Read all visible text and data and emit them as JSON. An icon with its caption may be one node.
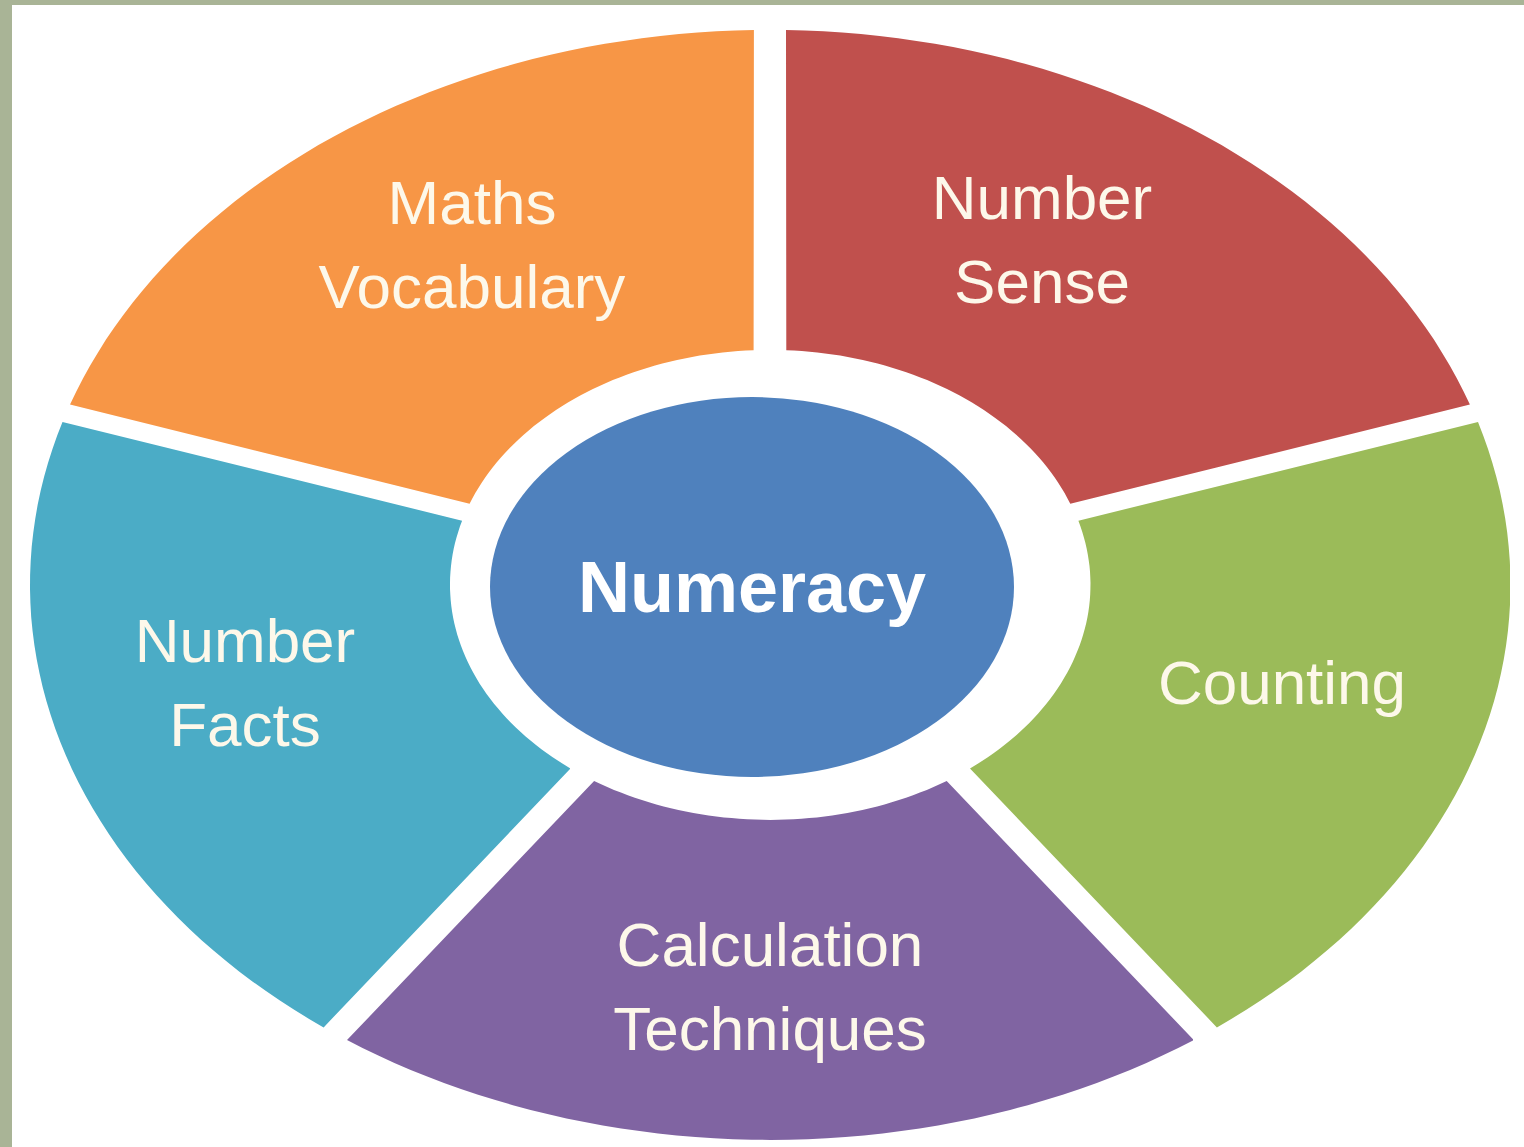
{
  "diagram": {
    "nodes": [
      {
        "text": [
          "Numeracy"
        ]
      },
      {
        "text": [
          "Maths Vocabulary"
        ]
      },
      {
        "text": [
          "Number Sense"
        ]
      },
      {
        "text": [
          "Counting"
        ]
      },
      {
        "text": [
          "Calculation Techniques"
        ]
      },
      {
        "text": [
          "Number Facts"
        ]
      }
    ]
  }
}
